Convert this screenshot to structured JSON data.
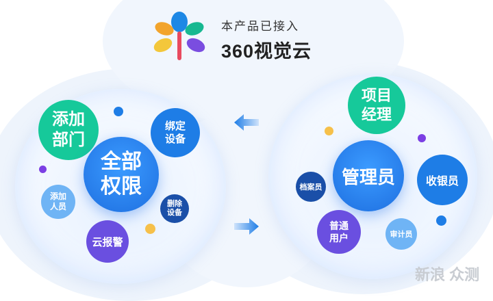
{
  "header": {
    "line1": "本产品已接入",
    "line2": "360视觉云"
  },
  "left_group": {
    "center": "全部\n权限",
    "nodes": [
      {
        "id": "add-dept",
        "label": "添加\n部门"
      },
      {
        "id": "bind",
        "label": "绑定\n设备"
      },
      {
        "id": "add-person",
        "label": "添加\n人员"
      },
      {
        "id": "delete",
        "label": "删除\n设备"
      },
      {
        "id": "alarm",
        "label": "云报警"
      }
    ]
  },
  "right_group": {
    "center": "管理员",
    "nodes": [
      {
        "id": "pm",
        "label": "项目\n经理"
      },
      {
        "id": "archivist",
        "label": "档案员"
      },
      {
        "id": "cashier",
        "label": "收银员"
      },
      {
        "id": "user",
        "label": "普通\n用户"
      },
      {
        "id": "auditor",
        "label": "审计员"
      }
    ]
  },
  "watermark": "新浪 众测",
  "colors": {
    "blue": "#1e7de6",
    "teal": "#16c99a",
    "navy": "#1a4fa8",
    "purple": "#6a4fe0",
    "light_blue": "#6fb4f5",
    "yellow": "#f6c04a",
    "dot_purple": "#7b3fe4"
  }
}
